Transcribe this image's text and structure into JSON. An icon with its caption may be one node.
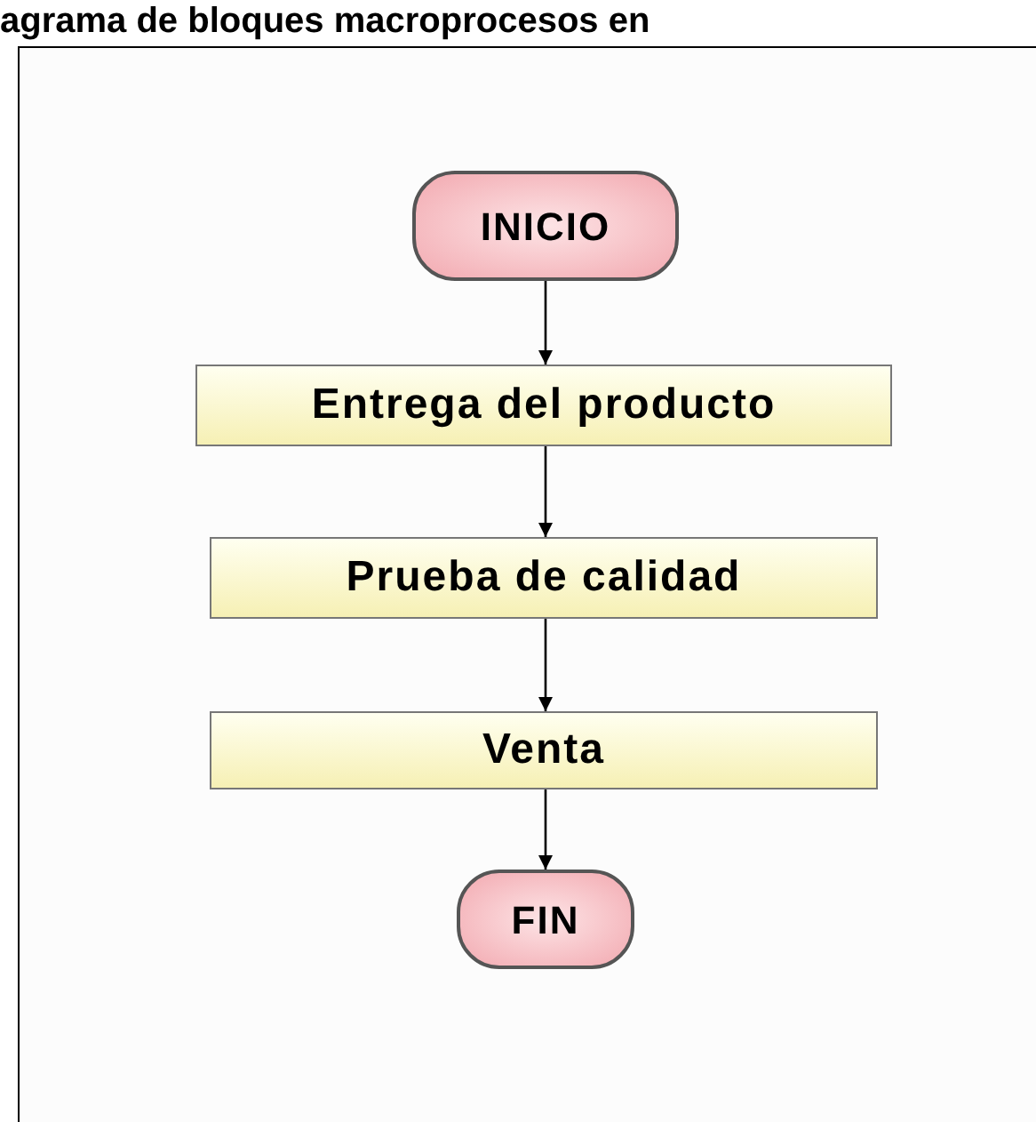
{
  "diagram": {
    "title": "agrama de bloques macroprocesos en",
    "nodes": [
      {
        "text": [
          "INICIO"
        ]
      },
      {
        "text": [
          "Entrega del producto"
        ]
      },
      {
        "text": [
          "Prueba de calidad"
        ]
      },
      {
        "text": [
          "Venta"
        ]
      },
      {
        "text": [
          "FIN"
        ]
      }
    ],
    "edges": [
      {
        "from": 0,
        "to": 1,
        "arrow": "to"
      },
      {
        "from": 1,
        "to": 2,
        "arrow": "to"
      },
      {
        "from": 2,
        "to": 3,
        "arrow": "to"
      },
      {
        "from": 3,
        "to": 4,
        "arrow": "to"
      }
    ]
  }
}
